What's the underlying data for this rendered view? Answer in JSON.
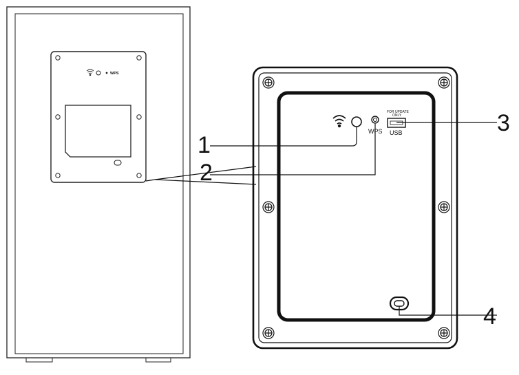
{
  "front_panel": {
    "wps_label": "WPS"
  },
  "rear_panel": {
    "wps_label": "WPS",
    "usb_label": "USB",
    "usb_note": [
      "FOR UPDATE",
      "ONLY"
    ]
  },
  "callouts": [
    {
      "number": "1"
    },
    {
      "number": "2"
    },
    {
      "number": "3"
    },
    {
      "number": "4"
    }
  ]
}
